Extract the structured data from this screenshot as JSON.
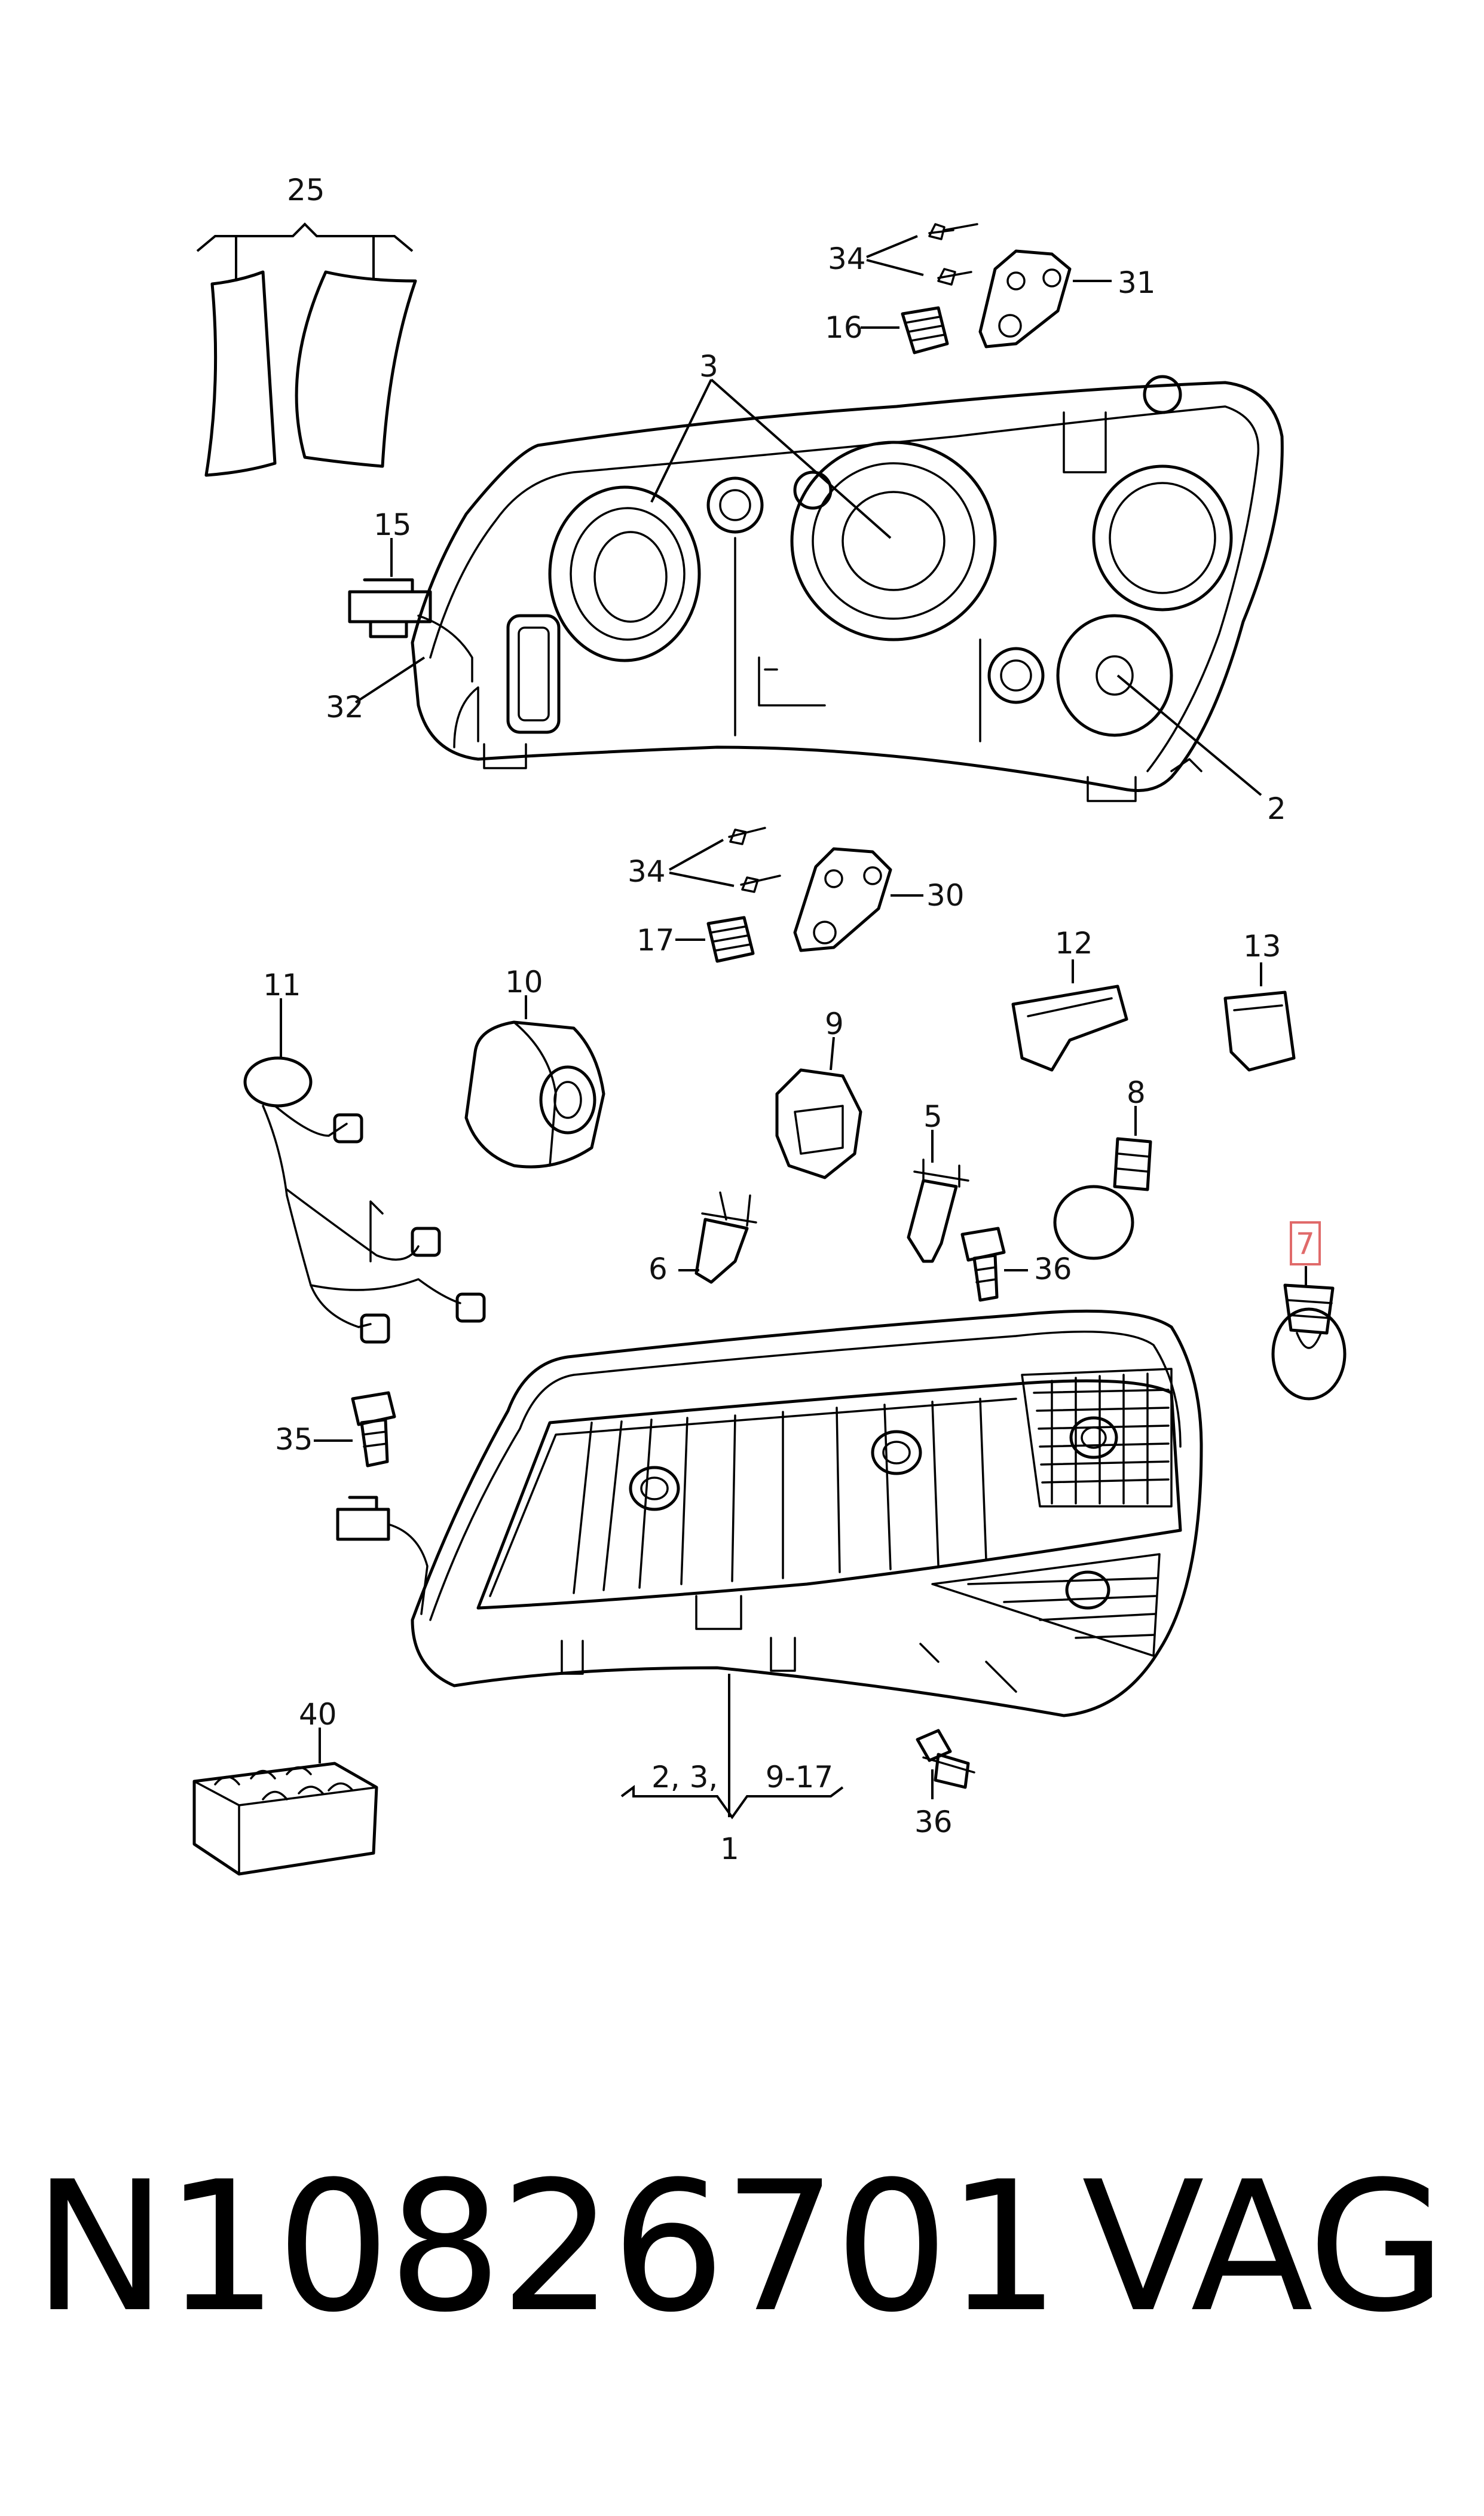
{
  "footer": {
    "part_number": "N10826701",
    "brand": "VAG"
  },
  "callouts": [
    {
      "id": "c25",
      "label": "25"
    },
    {
      "id": "c34a",
      "label": "34"
    },
    {
      "id": "c31",
      "label": "31"
    },
    {
      "id": "c16",
      "label": "16"
    },
    {
      "id": "c3",
      "label": "3"
    },
    {
      "id": "c15",
      "label": "15"
    },
    {
      "id": "c32",
      "label": "32"
    },
    {
      "id": "c2",
      "label": "2"
    },
    {
      "id": "c34b",
      "label": "34"
    },
    {
      "id": "c30",
      "label": "30"
    },
    {
      "id": "c17",
      "label": "17"
    },
    {
      "id": "c11",
      "label": "11"
    },
    {
      "id": "c10",
      "label": "10"
    },
    {
      "id": "c12",
      "label": "12"
    },
    {
      "id": "c13",
      "label": "13"
    },
    {
      "id": "c9",
      "label": "9"
    },
    {
      "id": "c8",
      "label": "8"
    },
    {
      "id": "c5",
      "label": "5"
    },
    {
      "id": "c6",
      "label": "6"
    },
    {
      "id": "c36a",
      "label": "36"
    },
    {
      "id": "c7",
      "label": "7",
      "highlighted": true
    },
    {
      "id": "c35",
      "label": "35"
    },
    {
      "id": "c40",
      "label": "40"
    },
    {
      "id": "c1sub",
      "label": "2, 3,     9-17"
    },
    {
      "id": "c1",
      "label": "1"
    },
    {
      "id": "c36b",
      "label": "36"
    }
  ],
  "colors": {
    "line": "#000000",
    "highlight": "#e06a6a",
    "background": "#ffffff"
  }
}
